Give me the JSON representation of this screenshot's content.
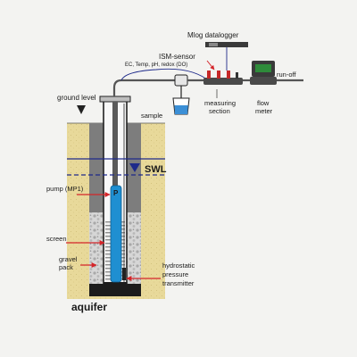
{
  "labels": {
    "datalogger": "Mlog datalogger",
    "ism_sensor": "ISM-sensor",
    "ism_params": "EC, Temp, pH, redox (DO)",
    "run_off": "run-off",
    "measuring_1": "measuring",
    "measuring_2": "section",
    "flow_1": "flow",
    "flow_2": "meter",
    "sample": "sample",
    "ground_level": "ground level",
    "swl": "SWL",
    "pump": "pump (MP1)",
    "pump_mark": "P",
    "screen": "screen",
    "gravel_1": "gravel",
    "gravel_2": "pack",
    "hydro_1": "hydrostatic",
    "hydro_2": "pressure",
    "hydro_3": "transmitter",
    "aquifer": "aquifer"
  },
  "colors": {
    "background": "#f3f3f1",
    "sand": "#e8d99a",
    "casing": "#7d7d7d",
    "sealing": "#1c1c1c",
    "gravel": "#c9c9c9",
    "water_line": "#1e2a8a",
    "pump": "#1f8fd1",
    "pointer": "#d4252a",
    "display": "#2e8b3a"
  }
}
